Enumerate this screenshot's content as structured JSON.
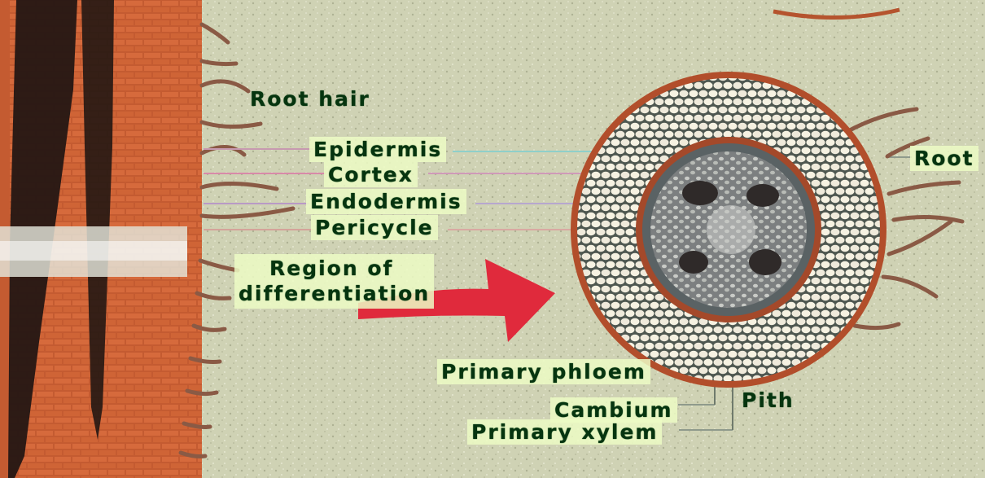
{
  "labels": {
    "root_hair": "Root hair",
    "epidermis": "Epidermis",
    "cortex": "Cortex",
    "endodermis": "Endodermis",
    "pericycle": "Pericycle",
    "region_line1": "Region of",
    "region_line2": "differentiation",
    "primary_phloem": "Primary phloem",
    "cambium": "Cambium",
    "primary_xylem": "Primary xylem",
    "pith": "Pith",
    "root": "Root"
  },
  "colors": {
    "background": "#cfd2b4",
    "root_body": "#b5542e",
    "root_cells": "#d66a3c",
    "vascular_streak": "#221612",
    "arrow": "#e02a3c",
    "label_bg": "#ecfcc4",
    "label_text": "#06340f",
    "cortex_ring": "#a94a2a",
    "cell_fill": "#f7f3e6"
  }
}
